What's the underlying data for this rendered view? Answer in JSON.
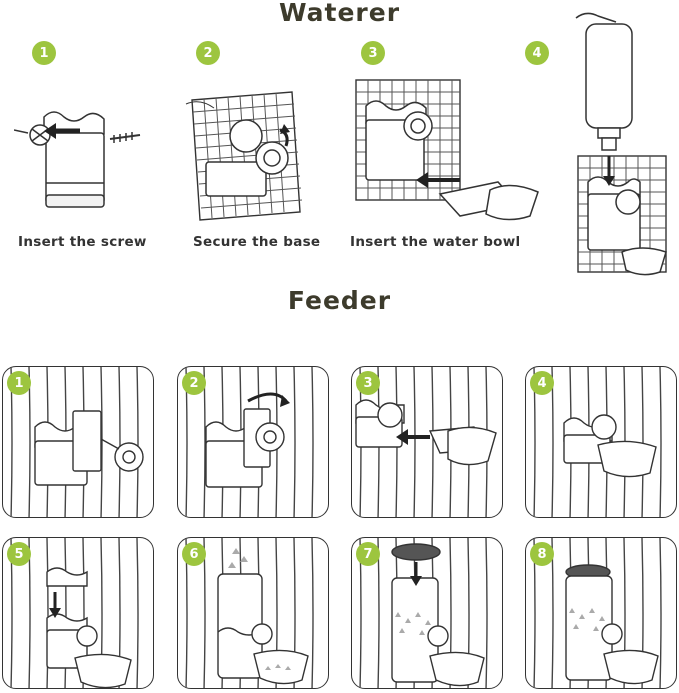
{
  "waterer": {
    "title": "Waterer",
    "steps": [
      {
        "number": "1",
        "caption": "Insert the screw"
      },
      {
        "number": "2",
        "caption": "Secure the base"
      },
      {
        "number": "3",
        "caption": "Insert the water bowl"
      },
      {
        "number": "4",
        "caption": ""
      }
    ]
  },
  "feeder": {
    "title": "Feeder",
    "steps": [
      {
        "number": "1"
      },
      {
        "number": "2"
      },
      {
        "number": "3"
      },
      {
        "number": "4"
      },
      {
        "number": "5"
      },
      {
        "number": "6"
      },
      {
        "number": "7"
      },
      {
        "number": "8"
      }
    ]
  },
  "colors": {
    "badge": "#9dc53f",
    "line": "#333333",
    "title": "#3d3b2c"
  }
}
